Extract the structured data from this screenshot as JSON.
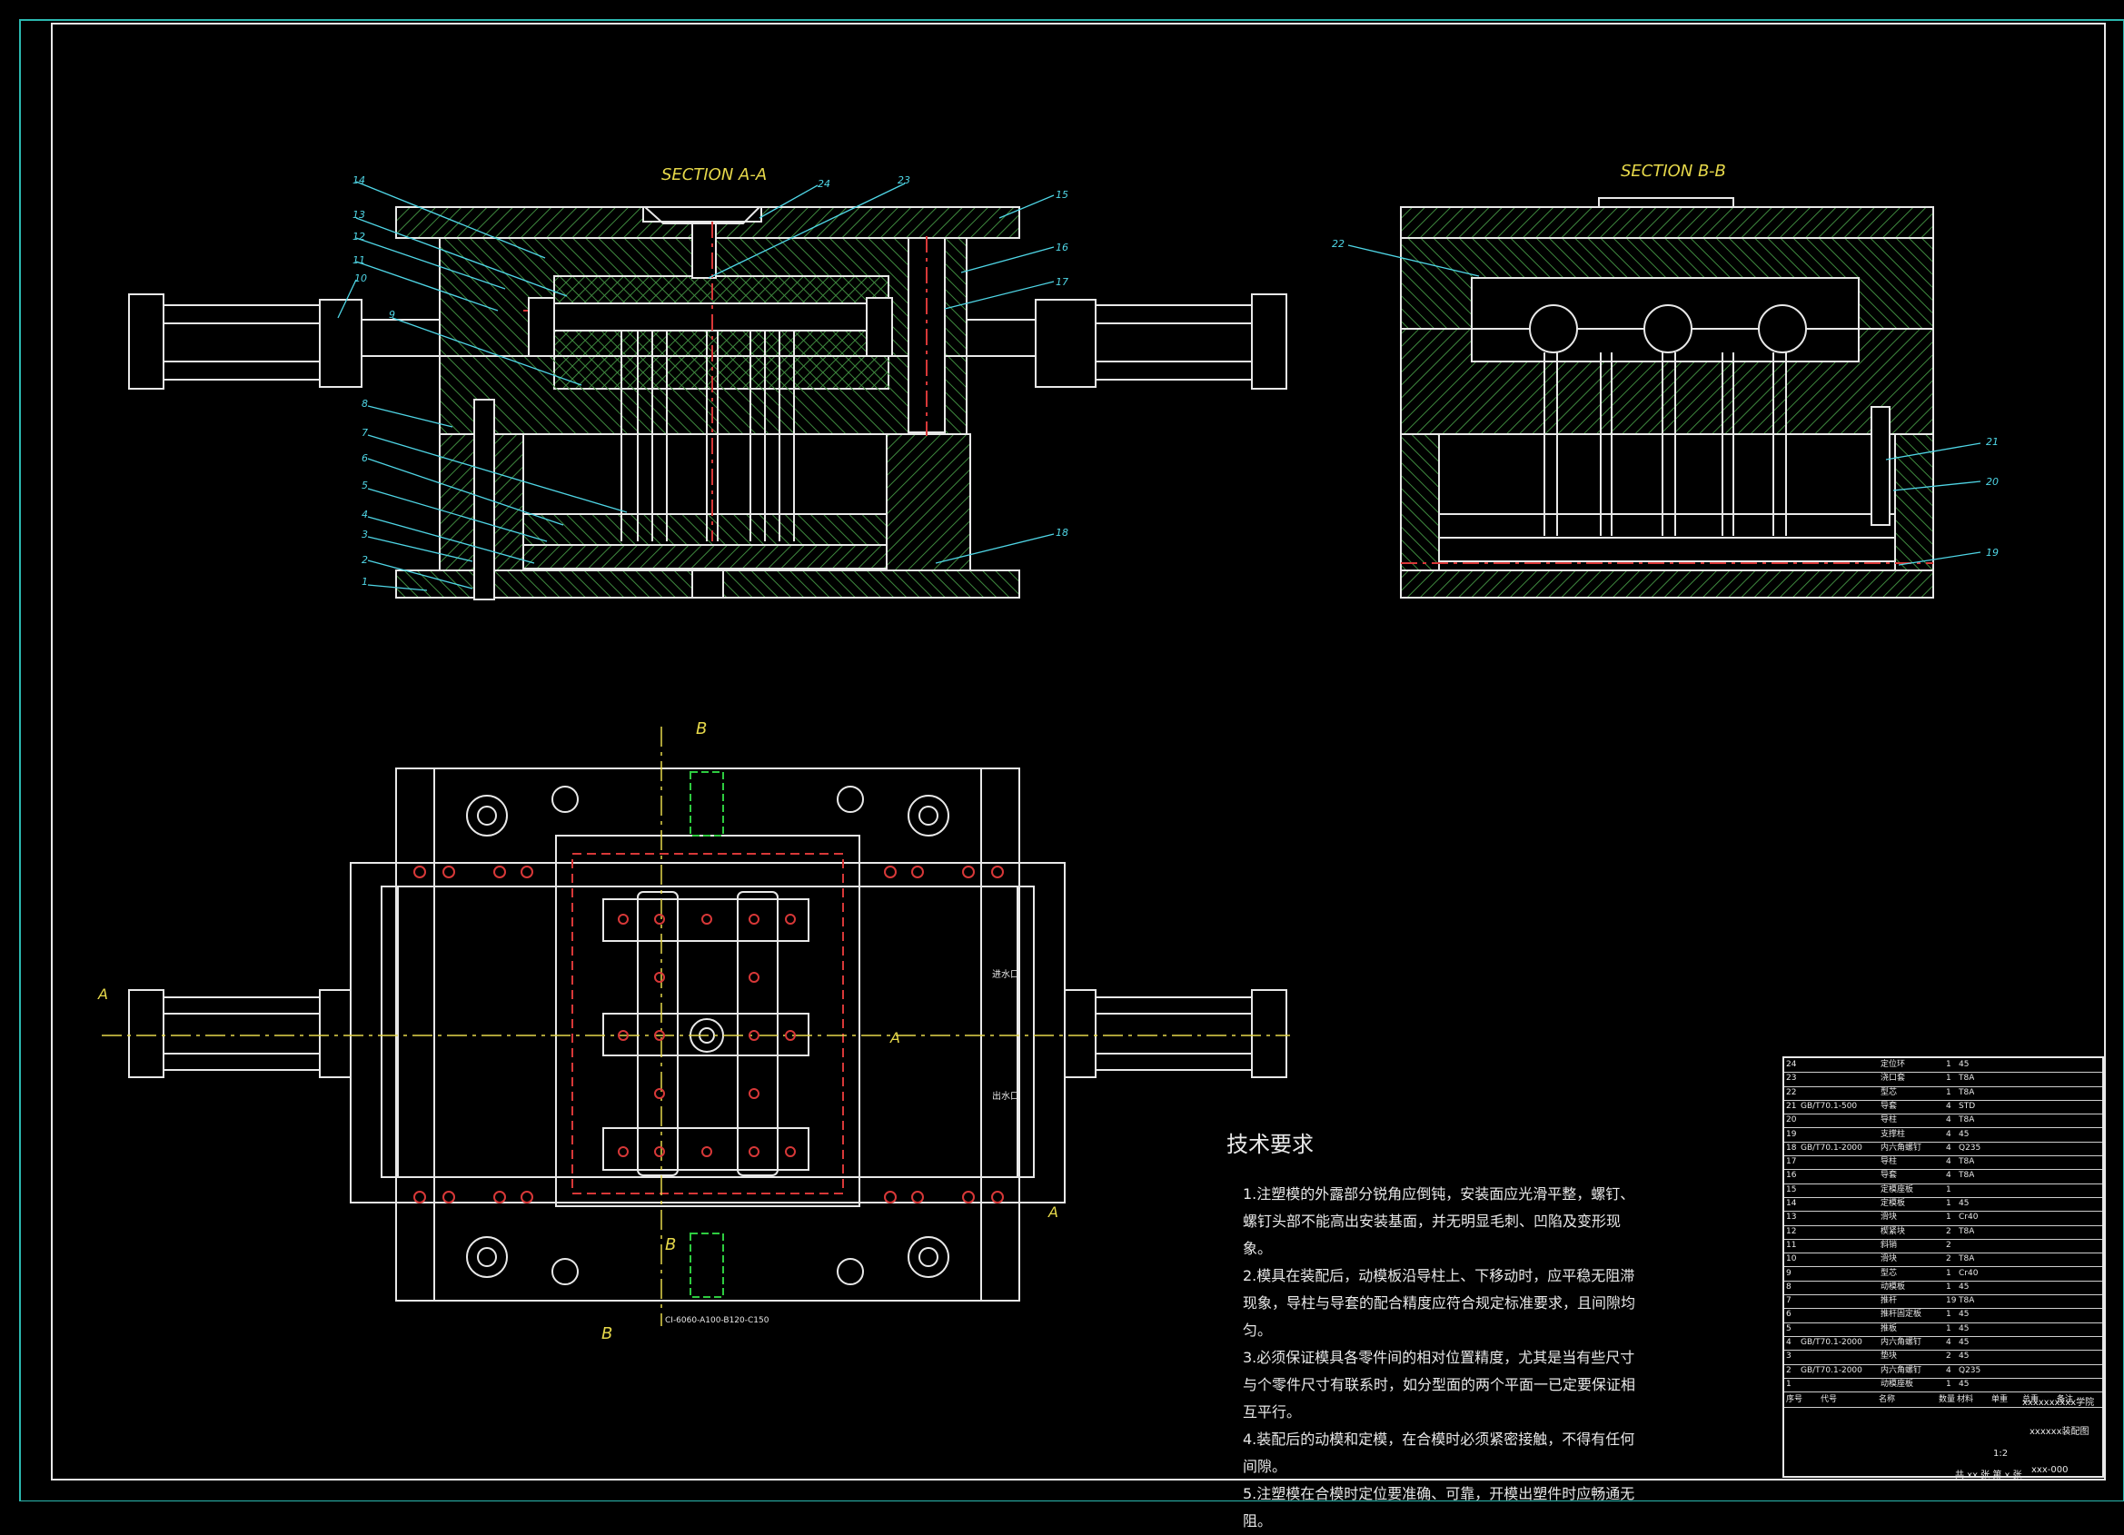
{
  "views": {
    "section_aa": "SECTION A-A",
    "section_bb": "SECTION B-B",
    "cut_b": "B",
    "cut_a": "A"
  },
  "balloons_aa": [
    "1",
    "2",
    "3",
    "4",
    "5",
    "6",
    "7",
    "8",
    "9",
    "10",
    "11",
    "12",
    "13",
    "14",
    "15",
    "16",
    "17",
    "18",
    "23",
    "24"
  ],
  "balloons_bb": [
    "19",
    "20",
    "21",
    "22"
  ],
  "plan_labels": {
    "water_in": "进水口",
    "water_out": "出水口",
    "mold_code": "CI-6060-A100-B120-C150"
  },
  "tech": {
    "title": "技术要求",
    "items": [
      "1.注塑模的外露部分锐角应倒钝，安装面应光滑平整，螺钉、螺钉头部不能高出安装基面，并无明显毛刺、凹陷及变形现象。",
      "2.模具在装配后，动模板沿导柱上、下移动时，应平稳无阻滞现象，导柱与导套的配合精度应符合规定标准要求，且间隙均匀。",
      "3.必须保证模具各零件间的相对位置精度，尤其是当有些尺寸与个零件尺寸有联系时，如分型面的两个平面一已定要保证相互平行。",
      "4.装配后的动模和定模，在合模时必须紧密接触，不得有任何间隙。",
      "5.注塑模在合模时定位要准确、可靠，开模出塑件时应畅通无阻。"
    ]
  },
  "bom": [
    {
      "no": "24",
      "std": "",
      "name": "定位环",
      "qty": "1",
      "mat": "45"
    },
    {
      "no": "23",
      "std": "",
      "name": "浇口套",
      "qty": "1",
      "mat": "T8A"
    },
    {
      "no": "22",
      "std": "",
      "name": "型芯",
      "qty": "1",
      "mat": "T8A"
    },
    {
      "no": "21",
      "std": "GB/T70.1-500",
      "name": "导套",
      "qty": "4",
      "mat": "STD"
    },
    {
      "no": "20",
      "std": "",
      "name": "导柱",
      "qty": "4",
      "mat": "T8A"
    },
    {
      "no": "19",
      "std": "",
      "name": "支撑柱",
      "qty": "4",
      "mat": "45"
    },
    {
      "no": "18",
      "std": "GB/T70.1-2000",
      "name": "内六角螺钉",
      "qty": "4",
      "mat": "Q235"
    },
    {
      "no": "17",
      "std": "",
      "name": "导柱",
      "qty": "4",
      "mat": "T8A"
    },
    {
      "no": "16",
      "std": "",
      "name": "导套",
      "qty": "4",
      "mat": "T8A"
    },
    {
      "no": "15",
      "std": "",
      "name": "定模座板",
      "qty": "1",
      "mat": ""
    },
    {
      "no": "14",
      "std": "",
      "name": "定模板",
      "qty": "1",
      "mat": "45"
    },
    {
      "no": "13",
      "std": "",
      "name": "滑块",
      "qty": "1",
      "mat": "Cr40"
    },
    {
      "no": "12",
      "std": "",
      "name": "楔紧块",
      "qty": "2",
      "mat": "T8A"
    },
    {
      "no": "11",
      "std": "",
      "name": "斜销",
      "qty": "2",
      "mat": ""
    },
    {
      "no": "10",
      "std": "",
      "name": "滑块",
      "qty": "2",
      "mat": "T8A"
    },
    {
      "no": "9",
      "std": "",
      "name": "型芯",
      "qty": "1",
      "mat": "Cr40"
    },
    {
      "no": "8",
      "std": "",
      "name": "动模板",
      "qty": "1",
      "mat": "45"
    },
    {
      "no": "7",
      "std": "",
      "name": "推杆",
      "qty": "19",
      "mat": "T8A"
    },
    {
      "no": "6",
      "std": "",
      "name": "推杆固定板",
      "qty": "1",
      "mat": "45"
    },
    {
      "no": "5",
      "std": "",
      "name": "推板",
      "qty": "1",
      "mat": "45"
    },
    {
      "no": "4",
      "std": "GB/T70.1-2000",
      "name": "内六角螺钉",
      "qty": "4",
      "mat": "45"
    },
    {
      "no": "3",
      "std": "",
      "name": "垫块",
      "qty": "2",
      "mat": "45"
    },
    {
      "no": "2",
      "std": "GB/T70.1-2000",
      "name": "内六角螺钉",
      "qty": "4",
      "mat": "Q235"
    },
    {
      "no": "1",
      "std": "",
      "name": "动模座板",
      "qty": "1",
      "mat": "45"
    }
  ],
  "bom_header": [
    "序号",
    "代号",
    "名称",
    "数量",
    "材料",
    "单重",
    "总重",
    "备注"
  ],
  "title_block": {
    "school": "xxxxxxxxxx学院",
    "drawing_name": "xxxxxx装配图",
    "drawing_no": "xxx-000",
    "sheet": "共 xx 张 第 x 张",
    "scale": "1:2"
  }
}
